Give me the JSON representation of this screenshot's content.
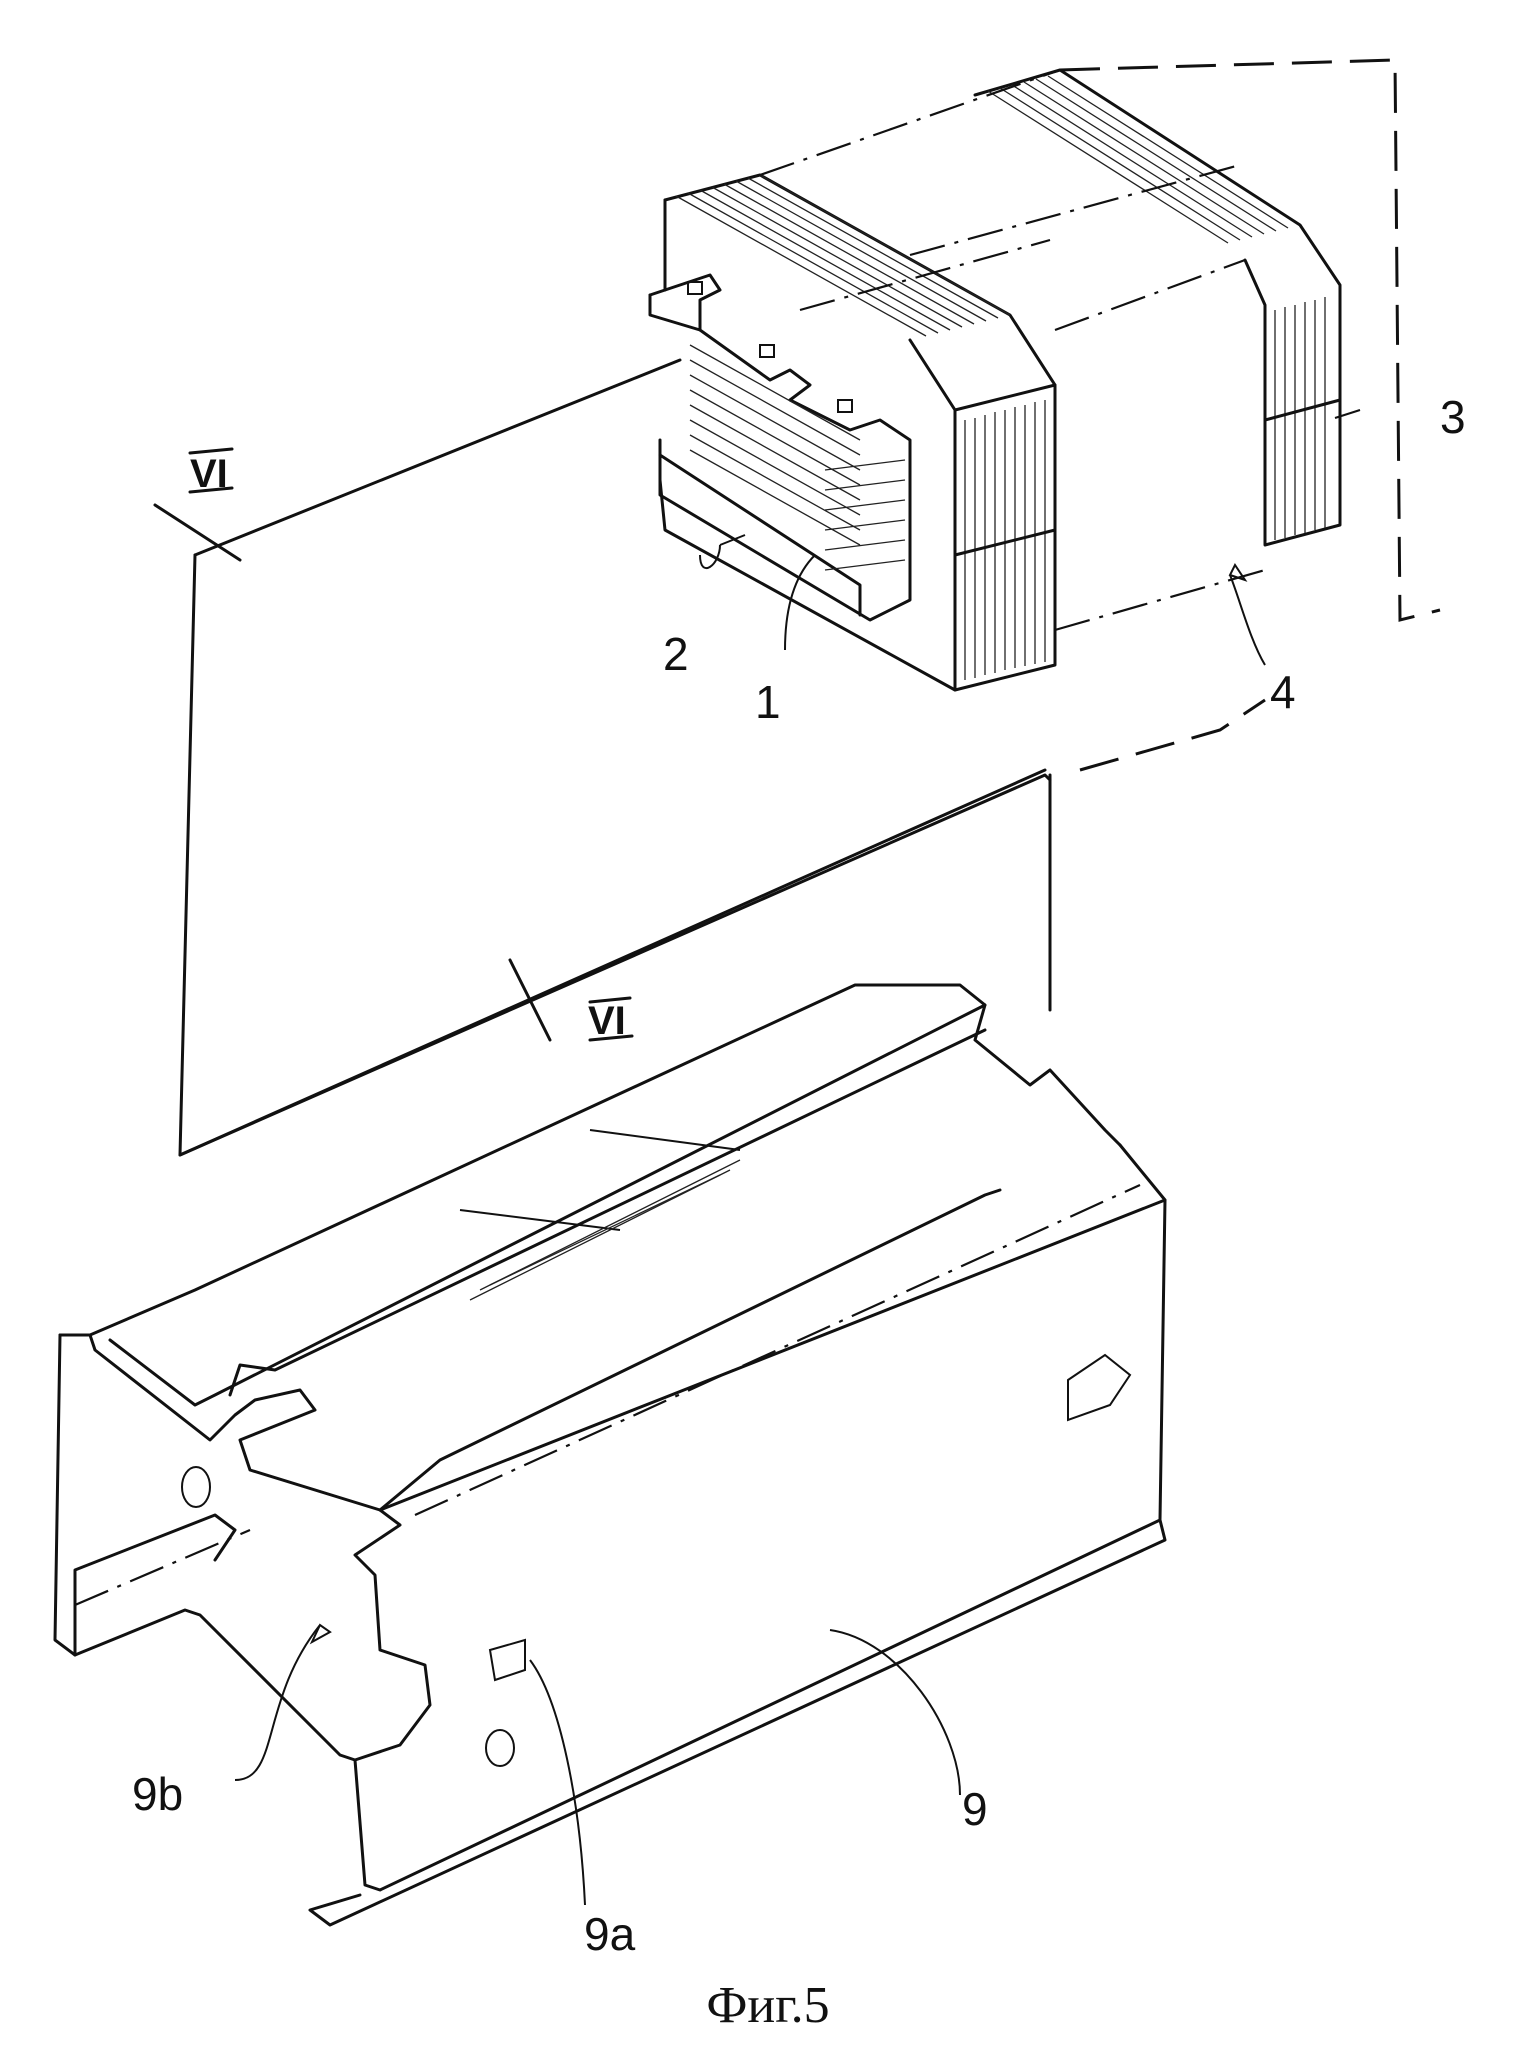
{
  "labels": {
    "coil": "1",
    "bobbin": "2",
    "core": "3",
    "transformer": "4",
    "housing": "9",
    "slot": "9a",
    "opening": "9b",
    "section_top": "VI",
    "section_bottom": "VI"
  },
  "caption": "Фиг.5"
}
